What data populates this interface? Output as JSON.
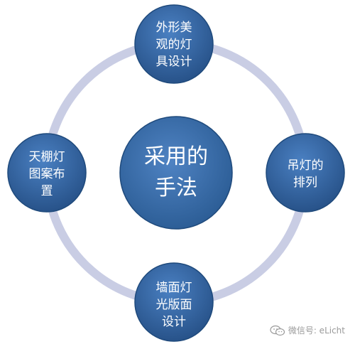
{
  "diagram": {
    "center": {
      "lines": [
        "采用的",
        "手法"
      ]
    },
    "nodes": [
      {
        "id": "top",
        "lines": [
          "外形美",
          "观的灯",
          "具设计"
        ]
      },
      {
        "id": "right",
        "lines": [
          "吊灯的",
          "排列"
        ]
      },
      {
        "id": "bottom",
        "lines": [
          "墙面灯",
          "光版面",
          "设计"
        ]
      },
      {
        "id": "left",
        "lines": [
          "天棚灯",
          "图案布",
          "置"
        ]
      }
    ]
  },
  "watermark": {
    "text": "微信号: eLicht"
  },
  "colors": {
    "ring": "#c9cde4",
    "node_dark": "#27578e",
    "node_light": "#5b8fd0",
    "text": "#ffffff",
    "watermark": "#9a9a9a"
  }
}
